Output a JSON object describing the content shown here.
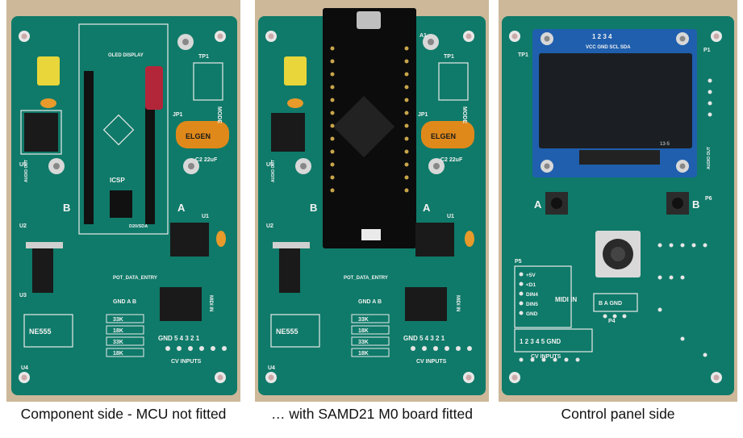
{
  "panels": [
    {
      "caption": "Component side - MCU not fitted",
      "labels": {
        "oled_display": "OLED DISPLAY",
        "tp1": "TP1",
        "jp1": "JP1",
        "icsp": "ICSP",
        "u5": "U5",
        "u2": "U2",
        "u1": "U1",
        "u3": "U3",
        "u4": "U4",
        "ne555": "NE555",
        "pot_data_entry": "POT_DATA_ENTRY",
        "gnd": "GND",
        "a_b": "GND A B",
        "cv_numbers": "GND 5 4 3 2 1",
        "cv_inputs": "CV INPUTS",
        "midi_in": "MIDI IN",
        "r_33k_1": "33K",
        "r_18k_1": "18K",
        "r_33k_2": "33K",
        "r_18k_2": "18K",
        "big_b": "B",
        "big_a": "A",
        "mode": "MODE",
        "c2": "C2 22uF",
        "elgen": "ELGEN",
        "audio_out": "AUDIO OUT",
        "d20": "D20/SDA"
      }
    },
    {
      "caption": "… with SAMD21 M0 board fitted",
      "labels": {
        "a1": "A1",
        "tp1": "TP1",
        "jp1": "JP1",
        "u5": "U5",
        "u2": "U2",
        "u1": "U1",
        "u4": "U4",
        "ne555": "NE555",
        "pot_data_entry": "POT_DATA_ENTRY",
        "a_b": "GND A B",
        "cv_numbers": "GND 5 4 3 2 1",
        "cv_inputs": "CV INPUTS",
        "midi_in": "MIDI IN",
        "r_33k_1": "33K",
        "r_18k_1": "18K",
        "r_33k_2": "33K",
        "r_18k_2": "18K",
        "big_b": "B",
        "big_a": "A",
        "mode": "MODE",
        "c2": "C2 22uF",
        "elgen": "ELGEN",
        "audio_out": "AUDIO OUT"
      }
    },
    {
      "caption": "Control panel side",
      "labels": {
        "oled_pins": "VCC GND SCL SDA",
        "oled_pin_numbers": "1 2 3 4",
        "tp1": "TP1",
        "p1": "P1",
        "p6": "P6",
        "p5": "P5",
        "p4": "P4",
        "big_a": "A",
        "big_b": "B",
        "plus5v": "+5V",
        "d1": "<D1",
        "din4": "DIN4",
        "din5": "DIN5",
        "gnd": "GND",
        "midi_in": "MIDI IN",
        "b_a_gnd": "B A GND",
        "cv_numbers": "1 2 3 4 5 GND",
        "cv_inputs": "CV INPUTS",
        "audio_out": "AUDIO OUT",
        "oled_code": "13-5"
      }
    }
  ]
}
